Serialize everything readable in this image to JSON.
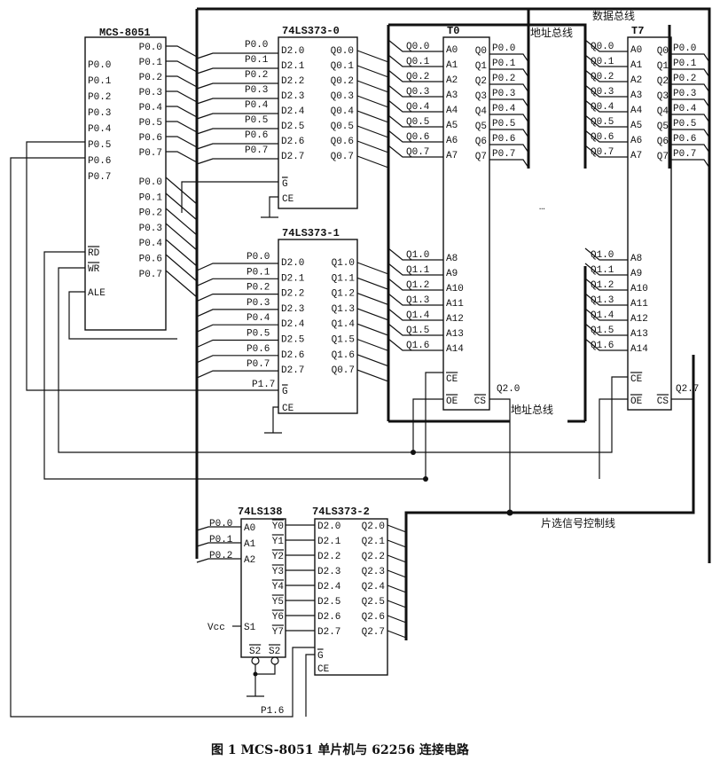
{
  "caption": "图 1   MCS-8051 单片机与 62256 连接电路",
  "bus_labels": {
    "data_bus": "数据总线",
    "addr_bus_top": "地址总线",
    "addr_bus_bottom": "地址总线",
    "chip_select_bus": "片选信号控制线"
  },
  "ellipsis": "…",
  "mcu": {
    "title": "MCS-8051",
    "left_pins": [
      "P0.0",
      "P0.1",
      "P0.2",
      "P0.3",
      "P0.4",
      "P0.5",
      "P0.6",
      "P0.7"
    ],
    "control_pins": [
      "RD",
      "WR",
      "ALE"
    ],
    "right_pins_top": [
      "P0.0",
      "P0.1",
      "P0.2",
      "P0.3",
      "P0.4",
      "P0.5",
      "P0.6",
      "P0.7"
    ],
    "right_pins_bottom": [
      "P0.0",
      "P0.1",
      "P0.2",
      "P0.3",
      "P0.4",
      "P0.6",
      "P0.7"
    ]
  },
  "latch0": {
    "title": "74LS373-0",
    "wire_labels": [
      "P0.0",
      "P0.1",
      "P0.2",
      "P0.3",
      "P0.4",
      "P0.5",
      "P0.6",
      "P0.7"
    ],
    "inputs": [
      "D2.0",
      "D2.1",
      "D2.2",
      "D2.3",
      "D2.4",
      "D2.5",
      "D2.6",
      "D2.7"
    ],
    "outputs": [
      "Q0.0",
      "Q0.1",
      "Q0.2",
      "Q0.3",
      "Q0.4",
      "Q0.5",
      "Q0.6",
      "Q0.7"
    ],
    "g": "G",
    "ce": "CE"
  },
  "latch1": {
    "title": "74LS373-1",
    "wire_labels": [
      "P0.0",
      "P0.1",
      "P0.2",
      "P0.3",
      "P0.4",
      "P0.5",
      "P0.6",
      "P0.7"
    ],
    "inputs": [
      "D2.0",
      "D2.1",
      "D2.2",
      "D2.3",
      "D2.4",
      "D2.5",
      "D2.6",
      "D2.7"
    ],
    "outputs": [
      "Q1.0",
      "Q1.1",
      "Q1.2",
      "Q1.3",
      "Q1.4",
      "Q1.5",
      "Q1.6",
      "Q0.7"
    ],
    "g": "G",
    "g_label": "P1.7",
    "ce": "CE"
  },
  "t0": {
    "title": "T0",
    "addr_low_wires": [
      "Q0.0",
      "Q0.1",
      "Q0.2",
      "Q0.3",
      "Q0.4",
      "Q0.5",
      "Q0.6",
      "Q0.7"
    ],
    "addr_low_pins": [
      "A0",
      "A1",
      "A2",
      "A3",
      "A4",
      "A5",
      "A6",
      "A7"
    ],
    "addr_high_wires": [
      "Q1.0",
      "Q1.1",
      "Q1.2",
      "Q1.3",
      "Q1.4",
      "Q1.5",
      "Q1.6"
    ],
    "addr_high_pins": [
      "A8",
      "A9",
      "A10",
      "A11",
      "A12",
      "A13",
      "A14"
    ],
    "data_pins": [
      "Q0",
      "Q1",
      "Q2",
      "Q3",
      "Q4",
      "Q5",
      "Q6",
      "Q7"
    ],
    "data_wires": [
      "P0.0",
      "P0.1",
      "P0.2",
      "P0.3",
      "P0.4",
      "P0.5",
      "P0.6",
      "P0.7"
    ],
    "ce": "CE",
    "oe": "OE",
    "cs": "CS",
    "cs_label": "Q2.0"
  },
  "t7": {
    "title": "T7",
    "addr_low_wires": [
      "Q0.0",
      "Q0.1",
      "Q0.2",
      "Q0.3",
      "Q0.4",
      "Q0.5",
      "Q0.6",
      "Q0.7"
    ],
    "addr_low_pins": [
      "A0",
      "A1",
      "A2",
      "A3",
      "A4",
      "A5",
      "A6",
      "A7"
    ],
    "addr_high_wires": [
      "Q1.0",
      "Q1.1",
      "Q1.2",
      "Q1.3",
      "Q1.4",
      "Q1.5",
      "Q1.6"
    ],
    "addr_high_pins": [
      "A8",
      "A9",
      "A10",
      "A11",
      "A12",
      "A13",
      "A14"
    ],
    "data_pins": [
      "Q0",
      "Q1",
      "Q2",
      "Q3",
      "Q4",
      "Q5",
      "Q6",
      "Q7"
    ],
    "data_wires": [
      "P0.0",
      "P0.1",
      "P0.2",
      "P0.3",
      "P0.4",
      "P0.5",
      "P0.6",
      "P0.7"
    ],
    "ce": "CE",
    "oe": "OE",
    "cs": "CS",
    "cs_label": "Q2.7"
  },
  "decoder": {
    "title": "74LS138",
    "wire_labels": [
      "P0.0",
      "P0.1",
      "P0.2"
    ],
    "inputs": [
      "A0",
      "A1",
      "A2"
    ],
    "outputs": [
      "Y0",
      "Y1",
      "Y2",
      "Y3",
      "Y4",
      "Y5",
      "Y6",
      "Y7"
    ],
    "s1": "S1",
    "s2a": "S2",
    "s2b": "S2",
    "vcc": "Vcc"
  },
  "latch2": {
    "title": "74LS373-2",
    "inputs": [
      "D2.0",
      "D2.1",
      "D2.2",
      "D2.3",
      "D2.4",
      "D2.5",
      "D2.6",
      "D2.7"
    ],
    "outputs": [
      "Q2.0",
      "Q2.1",
      "Q2.2",
      "Q2.3",
      "Q2.4",
      "Q2.5",
      "Q2.6",
      "Q2.7"
    ],
    "g": "G",
    "ce": "CE",
    "p16_label": "P1.6"
  }
}
